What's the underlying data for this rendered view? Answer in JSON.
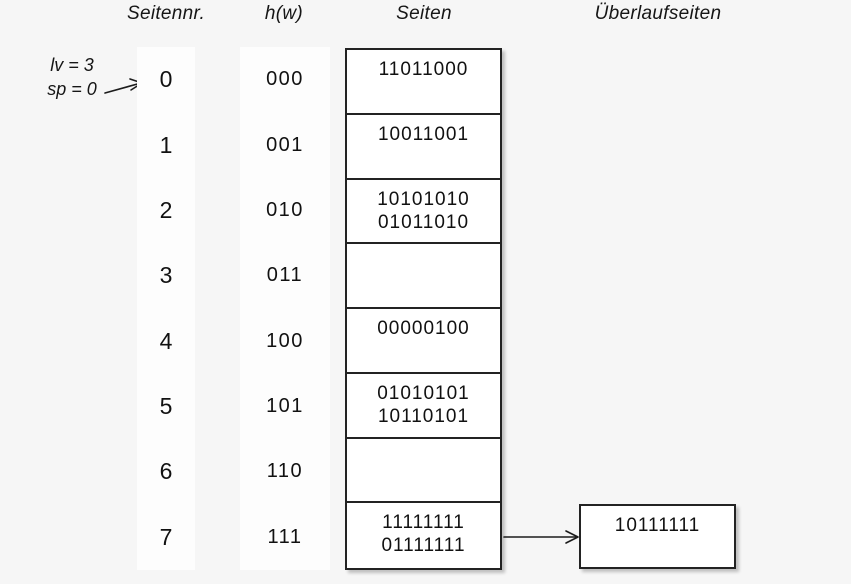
{
  "title_row": {
    "col_page_no": "Seitennr.",
    "col_hash": "h(w)",
    "col_pages": "Seiten",
    "col_overflow": "Überlaufseiten"
  },
  "annotations": {
    "lv": "lv = 3",
    "sp": "sp = 0",
    "sp_points_to_page": "0"
  },
  "table": {
    "rows": [
      {
        "page": "0",
        "hash": "000",
        "entries": [
          "11011000"
        ]
      },
      {
        "page": "1",
        "hash": "001",
        "entries": [
          "10011001"
        ]
      },
      {
        "page": "2",
        "hash": "010",
        "entries": [
          "10101010",
          "01011010"
        ]
      },
      {
        "page": "3",
        "hash": "011",
        "entries": []
      },
      {
        "page": "4",
        "hash": "100",
        "entries": [
          "00000100"
        ]
      },
      {
        "page": "5",
        "hash": "101",
        "entries": [
          "01010101",
          "10110101"
        ]
      },
      {
        "page": "6",
        "hash": "110",
        "entries": []
      },
      {
        "page": "7",
        "hash": "111",
        "entries": [
          "11111111",
          "01111111"
        ]
      }
    ]
  },
  "overflow": {
    "pages": [
      {
        "from_page": "7",
        "entries": [
          "10111111"
        ]
      }
    ]
  },
  "colors": {
    "background": "#f6f6f6",
    "column_strip": "#fdfdfd",
    "box_fill": "#ffffff",
    "line": "#232323",
    "text": "#111111"
  }
}
